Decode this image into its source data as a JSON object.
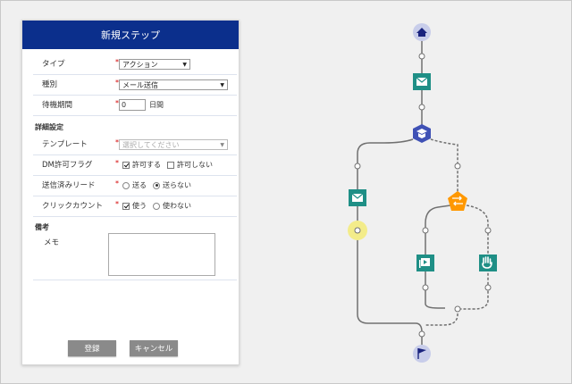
{
  "panel": {
    "title": "新規ステップ",
    "fields": {
      "type": {
        "label": "タイプ",
        "required": "*",
        "value": "アクション"
      },
      "kind": {
        "label": "種別",
        "required": "*",
        "value": "メール送信"
      },
      "wait": {
        "label": "待機期間",
        "required": "*",
        "value": "0",
        "unit": "日間"
      }
    },
    "details": {
      "heading": "詳細設定",
      "template": {
        "label": "テンプレート",
        "required": "*",
        "placeholder": "選択してください"
      },
      "dm_flag": {
        "label": "DM許可フラグ",
        "required": "*",
        "option_allow": "許可する",
        "option_deny": "許可しない",
        "allow_checked": true,
        "deny_checked": false
      },
      "sent_lead": {
        "label": "送信済みリード",
        "required": "*",
        "option_send": "送る",
        "option_nosend": "送らない",
        "selected": "送らない"
      },
      "click_count": {
        "label": "クリックカウント",
        "required": "*",
        "option_use": "使う",
        "option_nouse": "使わない",
        "selected": "使う"
      }
    },
    "notes": {
      "heading": "備考",
      "memo_label": "メモ",
      "memo_value": ""
    },
    "buttons": {
      "register": "登録",
      "cancel": "キャンセル"
    }
  },
  "flow": {
    "colors": {
      "start": "#c8cdea",
      "action": "#1f8f86",
      "branch": "#3f51b5",
      "condition": "#ff9800",
      "line": "#707070",
      "highlight": "#f3ec8a"
    },
    "nodes": [
      "home-icon",
      "mail-icon",
      "branch-icon",
      "mail-icon",
      "swap-icon",
      "video-icon",
      "hand-icon",
      "flag-icon"
    ]
  }
}
